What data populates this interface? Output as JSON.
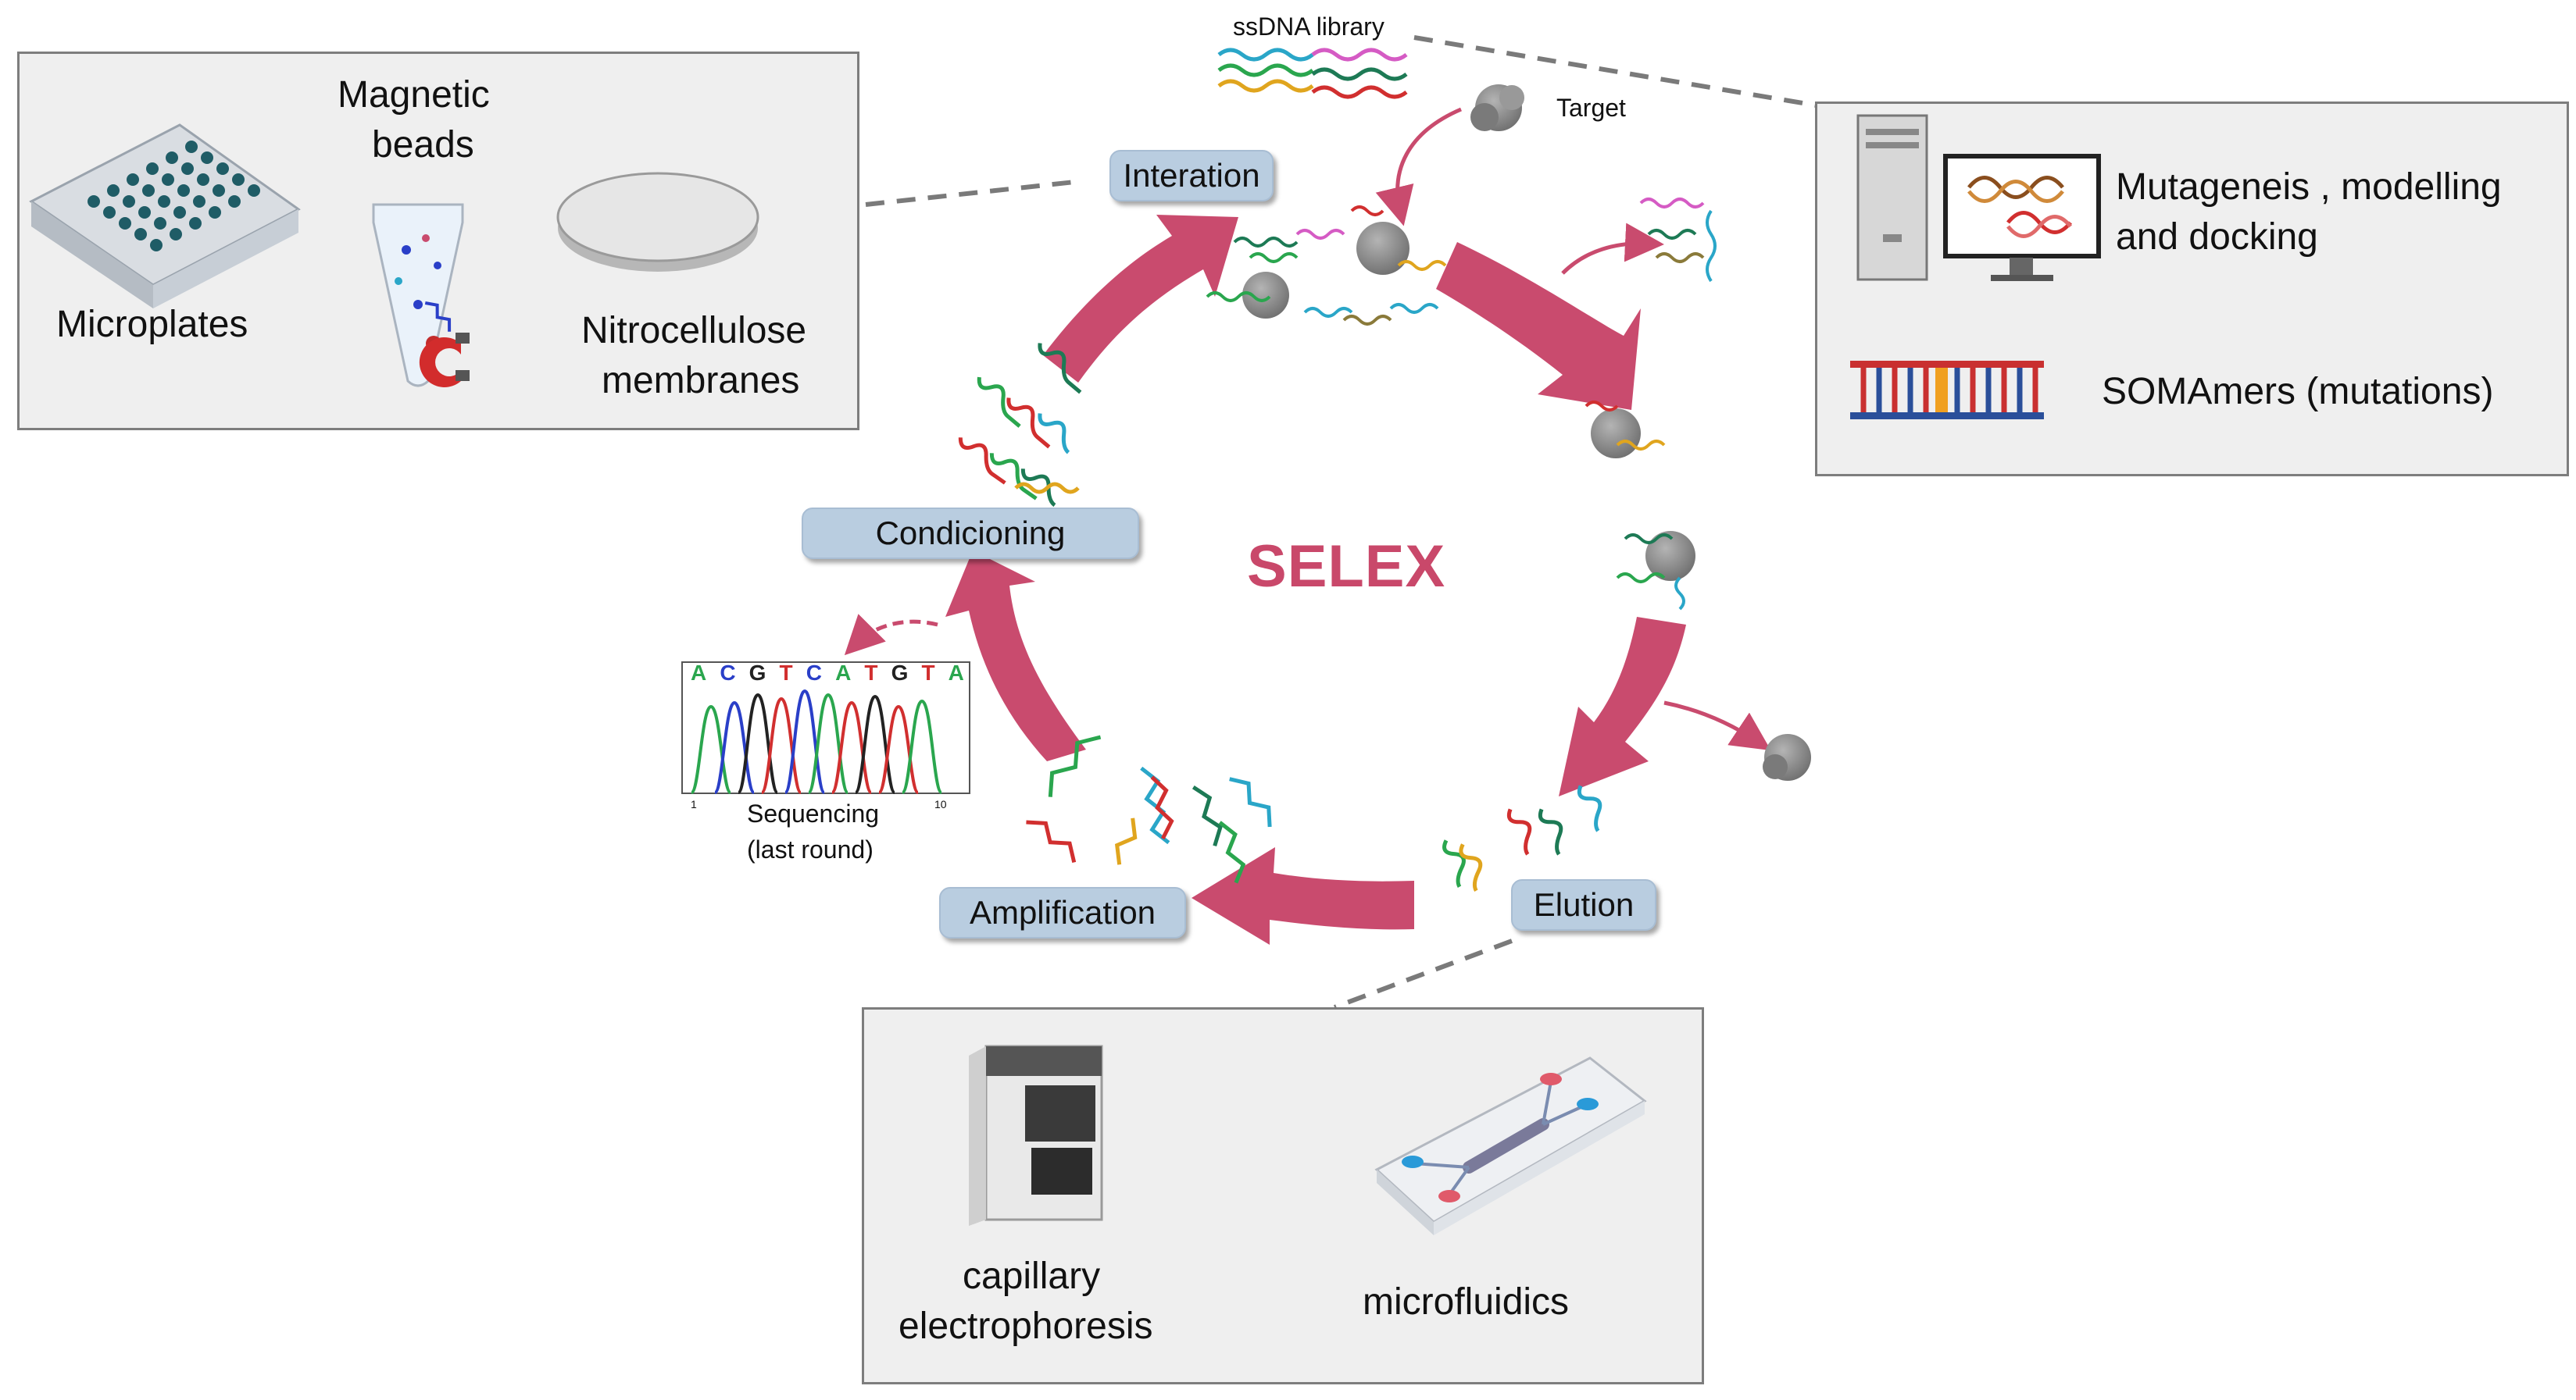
{
  "center_title": "SELEX",
  "steps": {
    "interaction": "Interation",
    "conditioning": "Condicioning",
    "amplification": "Amplification",
    "elution": "Elution"
  },
  "inputs": {
    "library": "ssDNA library",
    "target": "Target"
  },
  "sequencing": {
    "letters": [
      "A",
      "C",
      "G",
      "T",
      "C",
      "A",
      "T",
      "G",
      "T",
      "A"
    ],
    "label_line1": "Sequencing",
    "label_line2": "(last round)",
    "axis_start": "1",
    "axis_end": "10"
  },
  "top_left_panel": {
    "microplates": "Microplates",
    "magnetic_beads_line1": "Magnetic",
    "magnetic_beads_line2": "beads",
    "nitro_line1": "Nitrocellulose",
    "nitro_line2": "membranes"
  },
  "right_panel": {
    "mutagenesis_line1": "Mutageneis , modelling",
    "mutagenesis_line2": "and docking",
    "somamers": "SOMAmers (mutations)"
  },
  "bottom_panel": {
    "capillary_line1": "capillary",
    "capillary_line2": "electrophoresis",
    "microfluidics": "microfluidics"
  },
  "colors": {
    "arrow": "#c94b6e",
    "pill": "#b9cde0",
    "panel": "#efefef",
    "target": "#8a8a8a"
  }
}
